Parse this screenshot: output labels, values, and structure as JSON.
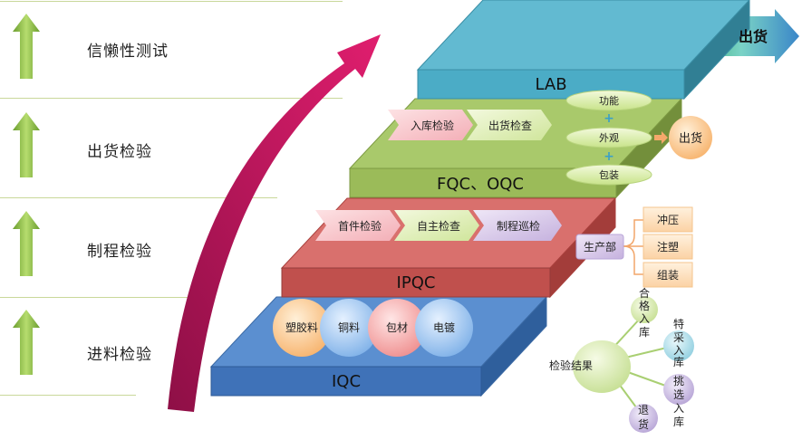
{
  "stages": [
    {
      "label": "信懒性测试"
    },
    {
      "label": "出货检验"
    },
    {
      "label": "制程检验"
    },
    {
      "label": "进料检验"
    }
  ],
  "banner": {
    "label": "出货"
  },
  "layers": {
    "lab": {
      "label": "LAB"
    },
    "fqc": {
      "label": "FQC、OQC",
      "steps": [
        "入库检验",
        "出货检查"
      ],
      "checks": [
        "功能",
        "外观",
        "包装"
      ],
      "plus": [
        "+",
        "+"
      ],
      "result": "出货"
    },
    "ipqc": {
      "label": "IPQC",
      "steps": [
        "首件检验",
        "自主检查",
        "制程巡检"
      ],
      "dept": "生产部",
      "processes": [
        "冲压",
        "注塑",
        "组装"
      ]
    },
    "iqc": {
      "label": "IQC",
      "materials": [
        "塑胶料",
        "铜料",
        "包材",
        "电镀"
      ],
      "result": "检验结果",
      "outcomes": [
        {
          "chars": [
            "合",
            "格",
            "入",
            "库"
          ]
        },
        {
          "chars": [
            "特",
            "采",
            "入",
            "库"
          ]
        },
        {
          "chars": [
            "挑",
            "选",
            "入",
            "库"
          ]
        },
        {
          "chars": [
            "退",
            "货"
          ]
        }
      ]
    }
  },
  "colors": {
    "lab": "#4bacc6",
    "fqc": "#9bbb59",
    "ipqc": "#c0504d",
    "iqc": "#4f81bd",
    "arrow": "#c4145a",
    "green_arrow": "#8cc34a"
  }
}
